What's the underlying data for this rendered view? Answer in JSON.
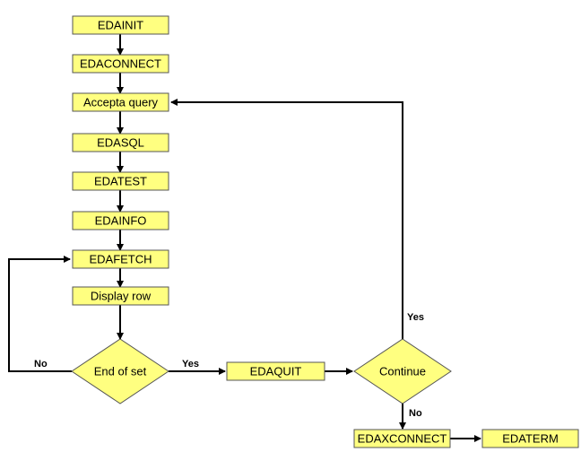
{
  "colors": {
    "node_fill": "#ffff80",
    "node_stroke": "#555555",
    "edge": "#000000"
  },
  "nodes": {
    "edainit": "EDAINIT",
    "edaconnect": "EDACONNECT",
    "accept_query": "Accepta query",
    "edasql": "EDASQL",
    "edatest": "EDATEST",
    "edainfo": "EDAINFO",
    "edafetch": "EDAFETCH",
    "display_row": "Display row",
    "end_of_set": "End of set",
    "edaquit": "EDAQUIT",
    "continue": "Continue",
    "edaxconnect": "EDAXCONNECT",
    "edaterm": "EDATERM"
  },
  "edge_labels": {
    "end_of_set_no": "No",
    "end_of_set_yes": "Yes",
    "continue_yes": "Yes",
    "continue_no": "No"
  }
}
